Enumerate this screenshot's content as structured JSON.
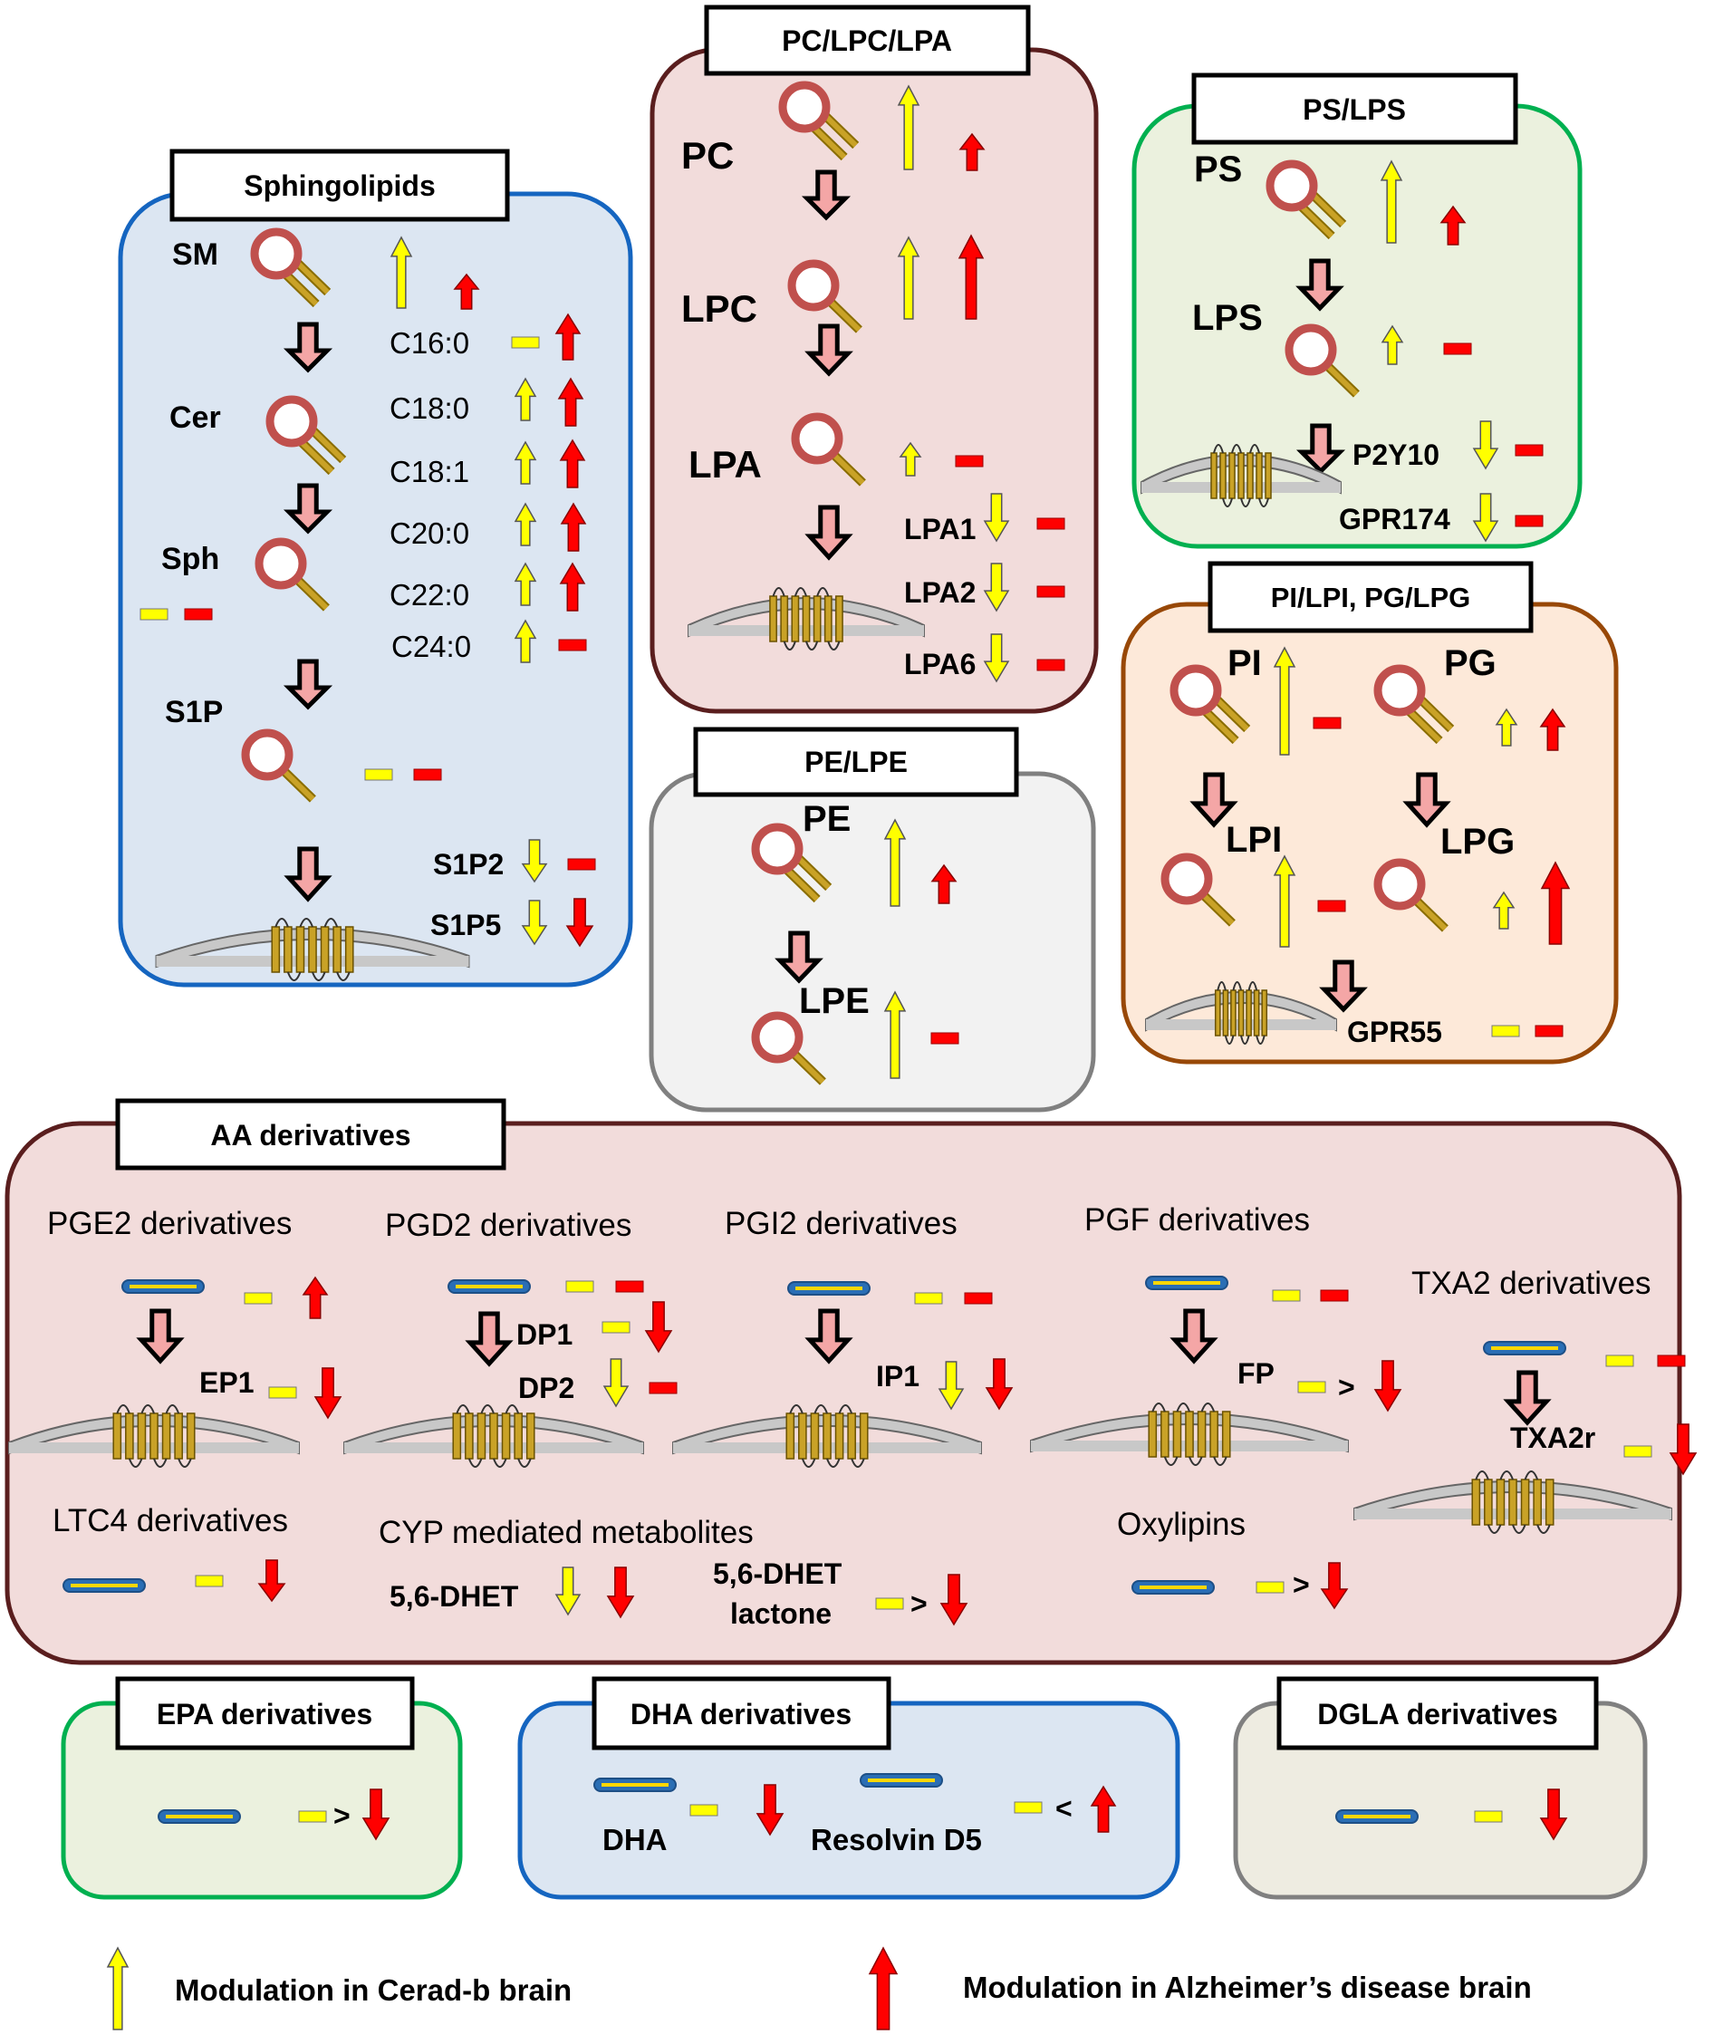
{
  "panels": {
    "sphingolipids": {
      "title": "Sphingolipids",
      "labels": {
        "sm": "SM",
        "cer": "Cer",
        "sph": "Sph",
        "s1p": "S1P"
      },
      "chains": [
        "C16:0",
        "C18:0",
        "C18:1",
        "C20:0",
        "C22:0",
        "C24:0"
      ],
      "receptors": [
        "S1P2",
        "S1P5"
      ]
    },
    "pc": {
      "title": "PC/LPC/LPA",
      "labels": {
        "pc": "PC",
        "lpc": "LPC",
        "lpa": "LPA"
      },
      "receptors": [
        "LPA1",
        "LPA2",
        "LPA6"
      ]
    },
    "ps": {
      "title": "PS/LPS",
      "labels": {
        "ps": "PS",
        "lps": "LPS"
      },
      "receptors": [
        "P2Y10",
        "GPR174"
      ]
    },
    "pe": {
      "title": "PE/LPE",
      "labels": {
        "pe": "PE",
        "lpe": "LPE"
      }
    },
    "pi": {
      "title": "PI/LPI, PG/LPG",
      "labels": {
        "pi": "PI",
        "pg": "PG",
        "lpi": "LPI",
        "lpg": "LPG"
      },
      "receptors": [
        "GPR55"
      ]
    },
    "aa": {
      "title": "AA derivatives",
      "groups": {
        "pge2": "PGE2 derivatives",
        "pgd2": "PGD2 derivatives",
        "pgi2": "PGI2 derivatives",
        "pgf": "PGF derivatives",
        "txa2": "TXA2 derivatives",
        "ltc4": "LTC4 derivatives",
        "cyp": "CYP mediated metabolites",
        "oxy": "Oxylipins"
      },
      "receptors": {
        "ep1": "EP1",
        "dp1": "DP1",
        "dp2": "DP2",
        "ip1": "IP1",
        "fp": "FP",
        "txa2r": "TXA2r"
      },
      "metabolites": {
        "dhet": "5,6-DHET",
        "lactone_l1": "5,6-DHET",
        "lactone_l2": "lactone"
      },
      "symbols": {
        "gt": ">"
      }
    },
    "epa": {
      "title": "EPA derivatives",
      "symbols": {
        "gt": ">"
      }
    },
    "dha": {
      "title": "DHA derivatives",
      "labels": {
        "dha": "DHA",
        "resolvin": "Resolvin D5"
      },
      "symbols": {
        "lt": "<"
      }
    },
    "dgla": {
      "title": "DGLA derivatives"
    }
  },
  "legend": {
    "cerad": "Modulation in Cerad-b brain",
    "ad": "Modulation in Alzheimer’s disease brain"
  },
  "colors": {
    "sphingo_fill": "#dce6f2",
    "sphingo_border": "#1565c0",
    "pink_fill": "#f2dcdb",
    "maroon_border": "#5a1e1e",
    "ps_fill": "#ebf1de",
    "green_border": "#00b050",
    "pe_fill": "#f2f2f2",
    "grey_border": "#808080",
    "pi_fill": "#fde9d9",
    "orange_border": "#984807",
    "yellow_arrow": "#ffff00",
    "red_arrow": "#ff0000",
    "lipid_head": "#c0504d",
    "lipid_tail": "#c9a227"
  }
}
